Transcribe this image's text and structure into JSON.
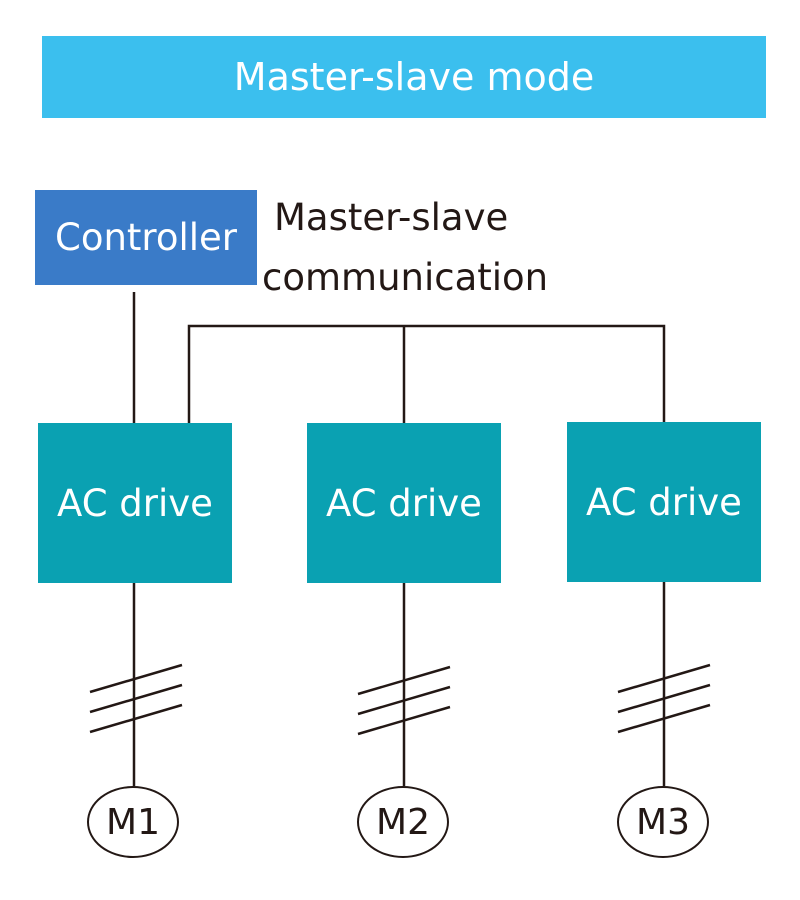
{
  "banner": {
    "title": "Master-slave mode"
  },
  "controller": {
    "label": "Controller"
  },
  "communication": {
    "line1": "Master-slave",
    "line2": "communication"
  },
  "drives": [
    {
      "label": "AC drive"
    },
    {
      "label": "AC drive"
    },
    {
      "label": "AC drive"
    }
  ],
  "motors": [
    {
      "label": "M1"
    },
    {
      "label": "M2"
    },
    {
      "label": "M3"
    }
  ],
  "colors": {
    "banner": "#3bbfee",
    "controller": "#3a7bc8",
    "drive": "#0aa1b2",
    "lines": "#231815"
  }
}
